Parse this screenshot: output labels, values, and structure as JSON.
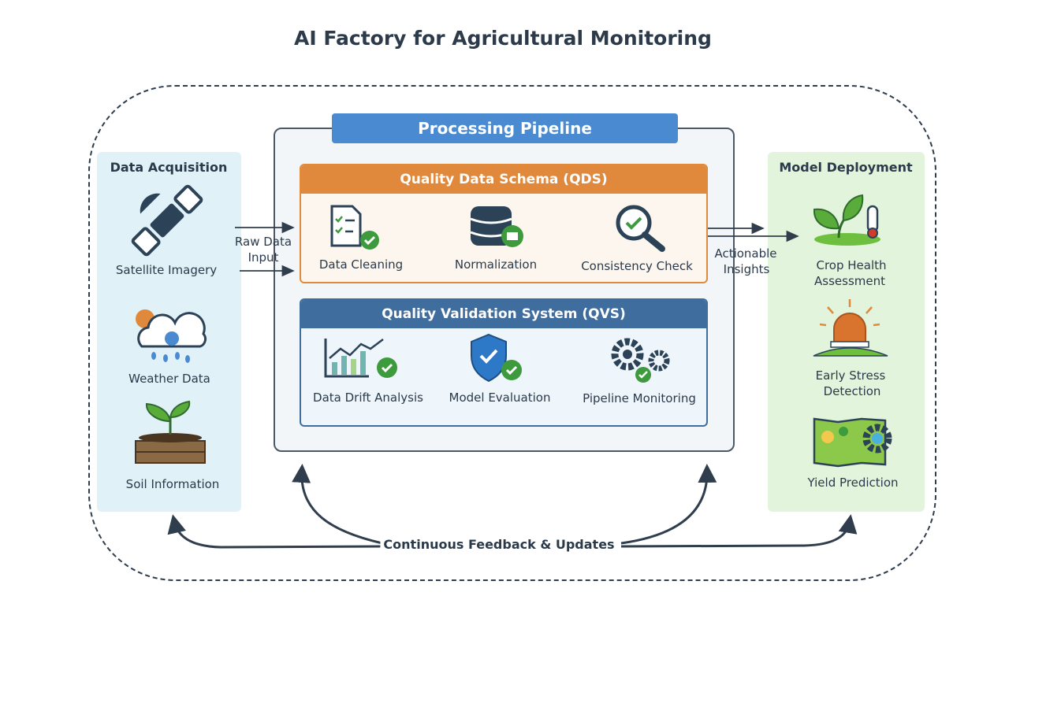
{
  "title": "AI Factory for Agricultural Monitoring",
  "acquisition": {
    "heading": "Data Acquisition",
    "items": [
      {
        "label": "Satellite Imagery",
        "icon": "satellite-icon"
      },
      {
        "label": "Weather Data",
        "icon": "weather-icon"
      },
      {
        "label": "Soil Information",
        "icon": "soil-plant-icon"
      }
    ]
  },
  "pipeline": {
    "heading": "Processing Pipeline",
    "qds": {
      "heading": "Quality Data Schema (QDS)",
      "items": [
        {
          "label": "Data Cleaning",
          "icon": "checklist-document-icon"
        },
        {
          "label": "Normalization",
          "icon": "database-icon"
        },
        {
          "label": "Consistency Check",
          "icon": "magnifier-check-icon"
        }
      ]
    },
    "qvs": {
      "heading": "Quality Validation System (QVS)",
      "items": [
        {
          "label": "Data Drift Analysis",
          "icon": "chart-check-icon"
        },
        {
          "label": "Model Evaluation",
          "icon": "shield-check-icon"
        },
        {
          "label": "Pipeline Monitoring",
          "icon": "gears-icon"
        }
      ]
    }
  },
  "deployment": {
    "heading": "Model Deployment",
    "items": [
      {
        "label": "Crop Health\nAssessment",
        "line1": "Crop Health",
        "line2": "Assessment",
        "icon": "plant-thermometer-icon"
      },
      {
        "label": "Early Stress\nDetection",
        "line1": "Early Stress",
        "line2": "Detection",
        "icon": "alarm-light-icon"
      },
      {
        "label": "Yield Prediction",
        "icon": "map-gear-icon"
      }
    ]
  },
  "flows": {
    "raw_line1": "Raw Data",
    "raw_line2": "Input",
    "insights_line1": "Actionable",
    "insights_line2": "Insights",
    "feedback": "Continuous Feedback & Updates"
  },
  "colors": {
    "pipeline": "#4a8ad0",
    "qds": "#e0893c",
    "qvs": "#3f6d9e",
    "acquisition_bg": "#e0f1f8",
    "deployment_bg": "#e3f4dd",
    "check": "#3d9a3d"
  }
}
